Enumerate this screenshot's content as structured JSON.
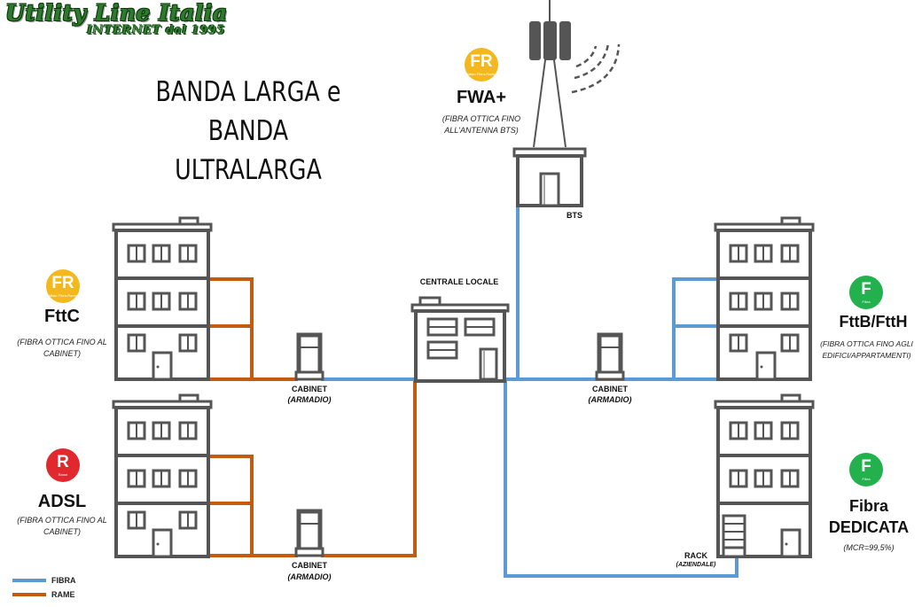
{
  "logo": {
    "name": "Utility Line Italia",
    "tagline": "INTERNET dal 1995"
  },
  "title": {
    "line1": "BANDA LARGA e",
    "line2": "BANDA ULTRALARGA"
  },
  "colors": {
    "fibra": "#5b9bd5",
    "rame": "#c55a11",
    "building": "#555555",
    "badge_fr": "#f5b81c",
    "badge_r": "#e0282e",
    "badge_f": "#22b14c"
  },
  "technologies": {
    "fwa": {
      "badge_letter": "FR",
      "badge_caption": "Misto Fibra-Radio",
      "name": "FWA+",
      "desc_line1": "(FIBRA OTTICA FINO",
      "desc_line2": "ALL'ANTENNA BTS)"
    },
    "fttc": {
      "badge_letter": "FR",
      "badge_caption": "Misto Fibra-Rame",
      "name": "FttC",
      "desc_line1": "(FIBRA OTTICA FINO AL",
      "desc_line2": "CABINET)"
    },
    "adsl": {
      "badge_letter": "R",
      "badge_caption": "Rame",
      "name": "ADSL",
      "desc_line1": "(FIBRA OTTICA FINO AL",
      "desc_line2": "CABINET)"
    },
    "ftth": {
      "badge_letter": "F",
      "badge_caption": "Fibra",
      "name": "FttB/FttH",
      "desc_line1": "(FIBRA OTTICA FINO AGLI",
      "desc_line2": "EDIFICI/APPARTAMENTI)"
    },
    "dedicata": {
      "badge_letter": "F",
      "badge_caption": "Fibra",
      "name_line1": "Fibra",
      "name_line2": "DEDICATA",
      "desc_line1": "(MCR=99,5%)"
    }
  },
  "nodes": {
    "centrale": "CENTRALE LOCALE",
    "bts": "BTS",
    "cabinet_label": "CABINET",
    "cabinet_sub": "(ARMADIO)",
    "rack_label": "RACK",
    "rack_sub": "(AZIENDALE)"
  },
  "legend": [
    {
      "label": "FIBRA",
      "color": "#5b9bd5"
    },
    {
      "label": "RAME",
      "color": "#c55a11"
    }
  ]
}
